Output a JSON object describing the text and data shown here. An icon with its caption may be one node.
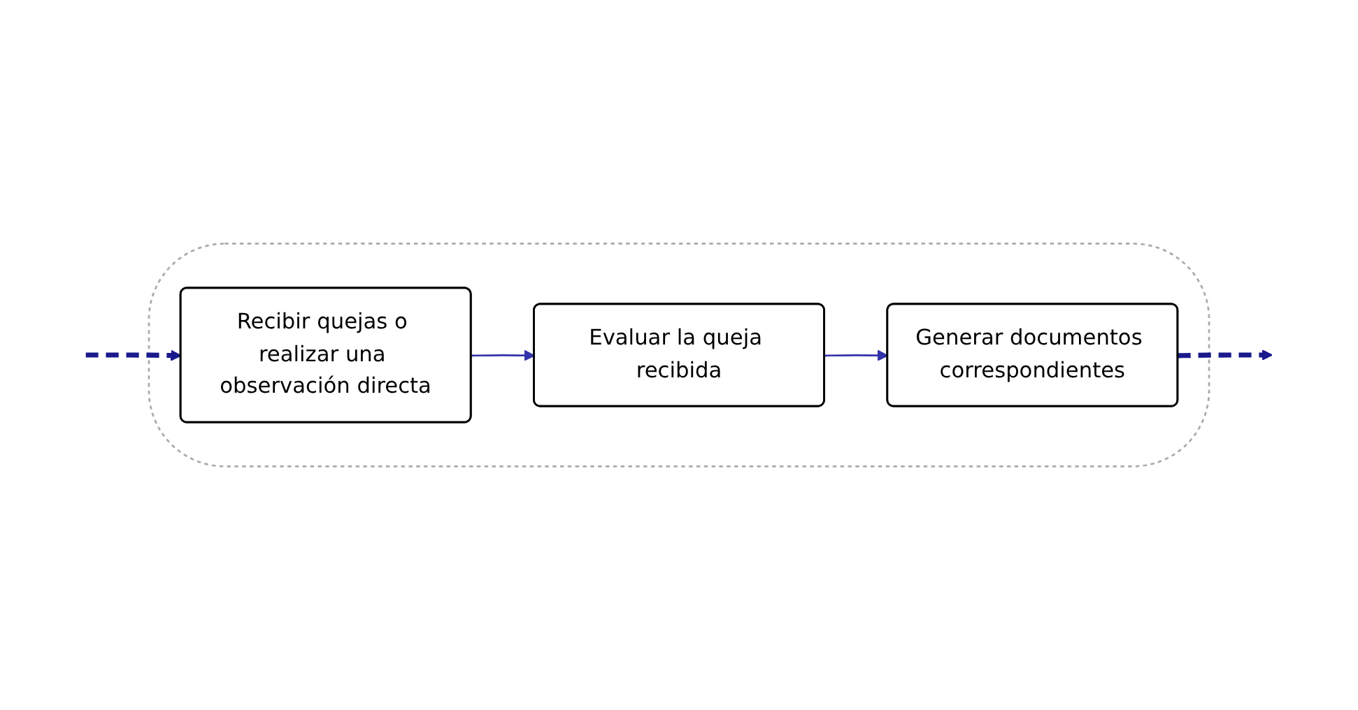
{
  "diagram": {
    "nodes": [
      {
        "text": [],
        "shape": "cloud"
      },
      {
        "text": [
          "Recibir quejas o realizar una observación directa"
        ],
        "in": 0
      },
      {
        "text": [
          "Evaluar la queja recibida"
        ],
        "in": 0
      },
      {
        "text": [
          "Generar documentos correspondientes"
        ],
        "in": 0
      }
    ],
    "edges": [
      {
        "from": null,
        "to": 1,
        "arrow": "to",
        "style": "dashed",
        "color": "#1a1a8c"
      },
      {
        "from": 1,
        "to": 2,
        "arrow": "to"
      },
      {
        "from": 2,
        "to": 3,
        "arrow": "to"
      },
      {
        "from": 3,
        "to": null,
        "arrow": "to",
        "style": "dashed",
        "color": "#1a1a8c"
      }
    ]
  }
}
